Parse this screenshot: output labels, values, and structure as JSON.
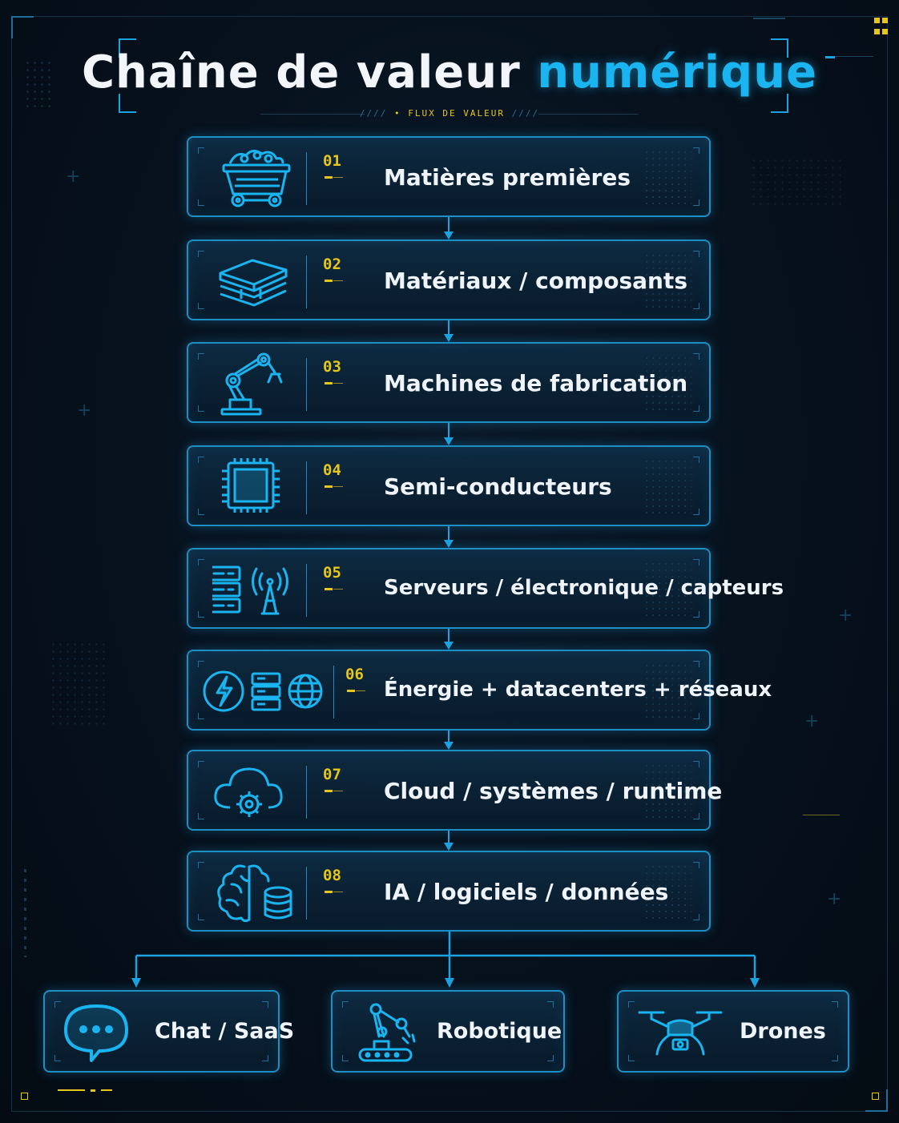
{
  "title": {
    "main": "Chaîne de valeur",
    "accent": "numérique"
  },
  "subtitle": "• FLUX DE VALEUR",
  "colors": {
    "accent": "#1ab4f0",
    "number": "#e6c619",
    "border": "#1e8fc4",
    "background": "#06101b"
  },
  "steps": [
    {
      "number": "01",
      "label": "Matières premières",
      "icon": "mine-cart-icon"
    },
    {
      "number": "02",
      "label": "Matériaux / composants",
      "icon": "layered-plates-icon"
    },
    {
      "number": "03",
      "label": "Machines de fabrication",
      "icon": "robot-arm-icon"
    },
    {
      "number": "04",
      "label": "Semi-conducteurs",
      "icon": "chip-icon"
    },
    {
      "number": "05",
      "label": "Serveurs / électronique / capteurs",
      "icon": "server-antenna-icon"
    },
    {
      "number": "06",
      "label": "Énergie + datacenters + réseaux",
      "icon": "energy-server-globe-icon"
    },
    {
      "number": "07",
      "label": "Cloud / systèmes / runtime",
      "icon": "cloud-gear-icon"
    },
    {
      "number": "08",
      "label": "IA / logiciels / données",
      "icon": "brain-database-icon"
    }
  ],
  "outputs": [
    {
      "label": "Chat / SaaS",
      "icon": "chat-bubble-icon"
    },
    {
      "label": "Robotique",
      "icon": "robot-conveyor-icon"
    },
    {
      "label": "Drones",
      "icon": "drone-icon"
    }
  ]
}
